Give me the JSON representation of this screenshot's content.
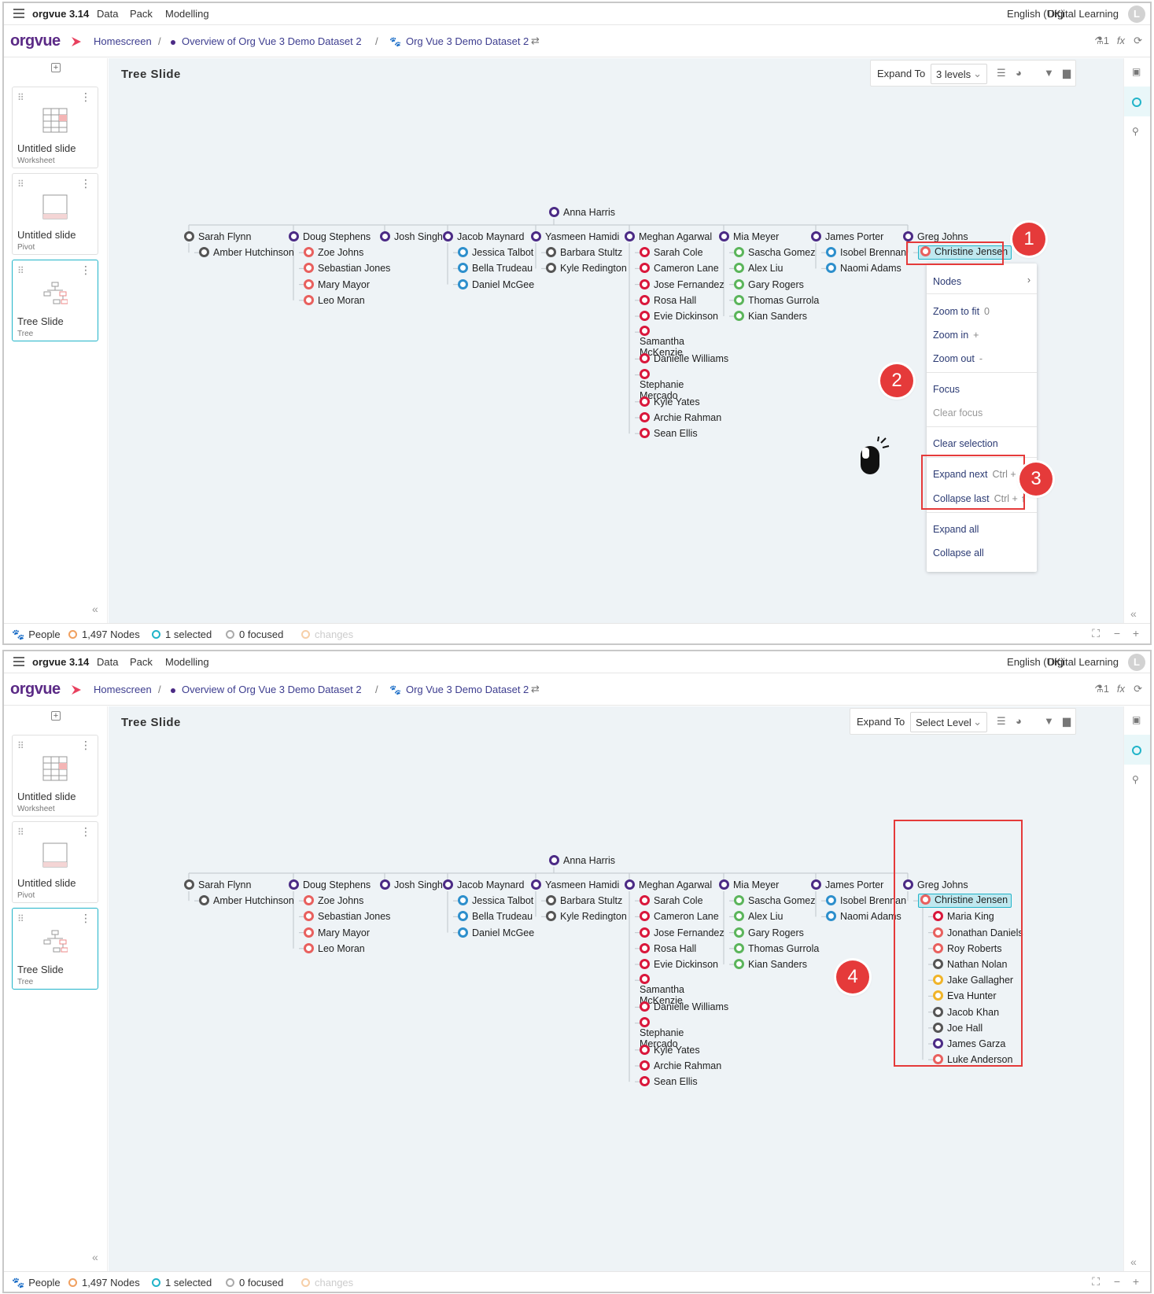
{
  "app": {
    "name": "orgvue 3.14",
    "menu": [
      "Data",
      "Pack",
      "Modelling"
    ],
    "language": "English (UK)",
    "workspace": "Digital Learning",
    "user_initial": "L",
    "logo": "orgvue"
  },
  "breadcrumb": {
    "home": "Homescreen",
    "item1": "Overview of Org Vue 3 Demo Dataset 2",
    "item2": "Org Vue 3 Demo Dataset 2",
    "user_count": "1",
    "fx": "fx"
  },
  "slides": [
    {
      "title": "Untitled slide",
      "type": "Worksheet"
    },
    {
      "title": "Untitled slide",
      "type": "Pivot"
    },
    {
      "title": "Tree Slide",
      "type": "Tree"
    }
  ],
  "slide_title": "Tree Slide",
  "toolbar": {
    "expand_label": "Expand To",
    "top_select": "3 levels",
    "bottom_select": "Select Level"
  },
  "status": {
    "dataset": "People",
    "nodes": "1,497 Nodes",
    "selected": "1 selected",
    "focused": "0 focused",
    "changes": "changes"
  },
  "tree": {
    "root": "Anna Harris",
    "columns": [
      {
        "name": "Sarah Flynn",
        "color": "#555555",
        "children": [
          {
            "name": "Amber Hutchinson",
            "color": "#555555"
          }
        ]
      },
      {
        "name": "Doug Stephens",
        "color": "#4b2a85",
        "children": [
          {
            "name": "Zoe Johns",
            "color": "#e8605e"
          },
          {
            "name": "Sebastian Jones",
            "color": "#e8605e"
          },
          {
            "name": "Mary Mayor",
            "color": "#e8605e"
          },
          {
            "name": "Leo Moran",
            "color": "#e8605e"
          }
        ]
      },
      {
        "name": "Josh Singh",
        "color": "#4b2a85",
        "children": []
      },
      {
        "name": "Jacob Maynard",
        "color": "#4b2a85",
        "children": [
          {
            "name": "Jessica Talbot",
            "color": "#2d8fcc"
          },
          {
            "name": "Bella Trudeau",
            "color": "#2d8fcc"
          },
          {
            "name": "Daniel McGee",
            "color": "#2d8fcc"
          }
        ]
      },
      {
        "name": "Yasmeen Hamidi",
        "color": "#4b2a85",
        "children": [
          {
            "name": "Barbara Stultz",
            "color": "#555555"
          },
          {
            "name": "Kyle Redington",
            "color": "#555555"
          }
        ]
      },
      {
        "name": "Meghan Agarwal",
        "color": "#4b2a85",
        "children": [
          {
            "name": "Sarah Cole",
            "color": "#d9173b"
          },
          {
            "name": "Cameron Lane",
            "color": "#d9173b"
          },
          {
            "name": "Jose Fernandez",
            "color": "#d9173b"
          },
          {
            "name": "Rosa Hall",
            "color": "#d9173b"
          },
          {
            "name": "Evie Dickinson",
            "color": "#d9173b"
          },
          {
            "name": "Samantha McKenzie",
            "color": "#d9173b"
          },
          {
            "name": "Danielle Williams",
            "color": "#d9173b"
          },
          {
            "name": "Stephanie Mercado",
            "color": "#d9173b"
          },
          {
            "name": "Kyle Yates",
            "color": "#d9173b"
          },
          {
            "name": "Archie Rahman",
            "color": "#d9173b"
          },
          {
            "name": "Sean Ellis",
            "color": "#d9173b"
          }
        ]
      },
      {
        "name": "Mia Meyer",
        "color": "#4b2a85",
        "children": [
          {
            "name": "Sascha Gomez",
            "color": "#5bb55b"
          },
          {
            "name": "Alex Liu",
            "color": "#5bb55b"
          },
          {
            "name": "Gary Rogers",
            "color": "#5bb55b"
          },
          {
            "name": "Thomas Gurrola",
            "color": "#5bb55b"
          },
          {
            "name": "Kian Sanders",
            "color": "#5bb55b"
          }
        ]
      },
      {
        "name": "James Porter",
        "color": "#4b2a85",
        "children": [
          {
            "name": "Isobel Brennan",
            "color": "#2d8fcc"
          },
          {
            "name": "Naomi Adams",
            "color": "#2d8fcc"
          }
        ]
      },
      {
        "name": "Greg Johns",
        "color": "#4b2a85",
        "children": [
          {
            "name": "Christine Jensen",
            "color": "#e8605e"
          }
        ]
      }
    ],
    "expanded_children": [
      {
        "name": "Maria King",
        "color": "#d9173b"
      },
      {
        "name": "Jonathan Daniels",
        "color": "#e8605e"
      },
      {
        "name": "Roy Roberts",
        "color": "#e8605e"
      },
      {
        "name": "Nathan Nolan",
        "color": "#555555"
      },
      {
        "name": "Jake Gallagher",
        "color": "#f0b429"
      },
      {
        "name": "Eva Hunter",
        "color": "#f0b429"
      },
      {
        "name": "Jacob Khan",
        "color": "#555555"
      },
      {
        "name": "Joe Hall",
        "color": "#555555"
      },
      {
        "name": "James Garza",
        "color": "#4b2a85"
      },
      {
        "name": "Luke Anderson",
        "color": "#e8605e"
      }
    ]
  },
  "context_menu": {
    "nodes": "Nodes",
    "zoom_fit": "Zoom to fit",
    "zoom_fit_sc": "0",
    "zoom_in": "Zoom in",
    "zoom_in_sc": "+",
    "zoom_out": "Zoom out",
    "zoom_out_sc": "-",
    "focus": "Focus",
    "clear_focus": "Clear focus",
    "clear_selection": "Clear selection",
    "expand_next": "Expand next",
    "expand_next_sc": "Ctrl + ↓",
    "collapse_last": "Collapse last",
    "collapse_last_sc": "Ctrl + ↑",
    "expand_all": "Expand all",
    "collapse_all": "Collapse all"
  },
  "annotations": [
    "1",
    "2",
    "3",
    "4"
  ]
}
